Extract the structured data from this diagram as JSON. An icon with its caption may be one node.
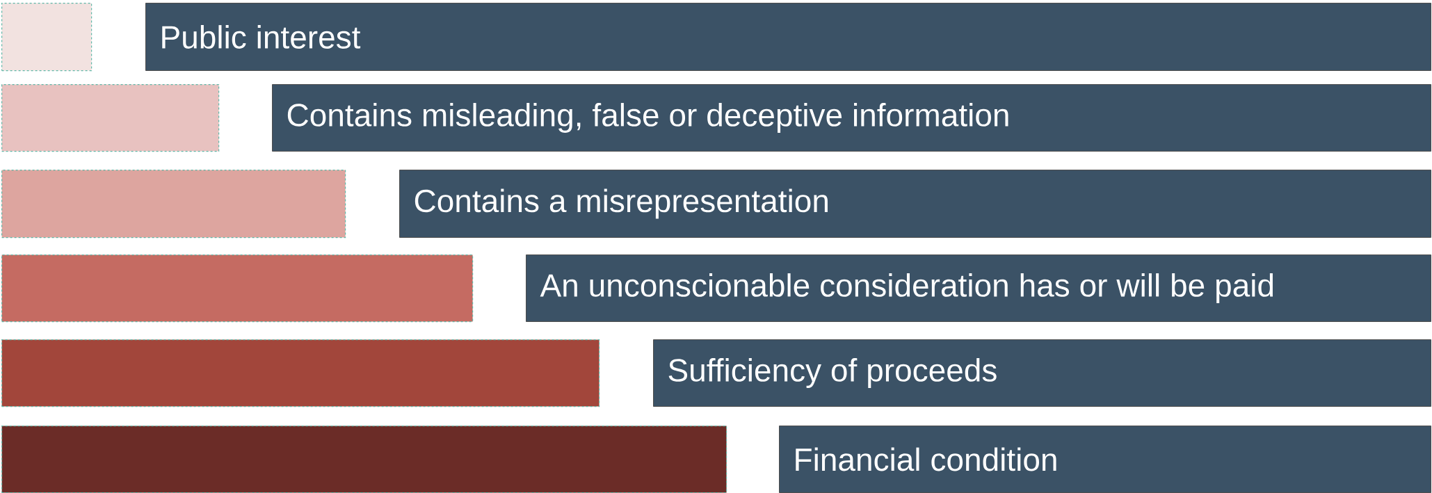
{
  "diagram": {
    "nodes": [
      {
        "text": [],
        "shape": "box"
      },
      {
        "text": [
          "Public interest"
        ]
      },
      {
        "text": [],
        "shape": "box"
      },
      {
        "text": [
          "Contains misleading, false or deceptive information"
        ]
      },
      {
        "text": [],
        "shape": "box"
      },
      {
        "text": [
          "Contains a misrepresentation"
        ]
      },
      {
        "text": [],
        "shape": "box"
      },
      {
        "text": [
          "An unconscionable consideration has or will be paid"
        ]
      },
      {
        "text": [],
        "shape": "box"
      },
      {
        "text": [
          "Sufficiency of proceeds"
        ]
      },
      {
        "text": [],
        "shape": "box"
      },
      {
        "text": [
          "Financial condition"
        ]
      }
    ]
  }
}
